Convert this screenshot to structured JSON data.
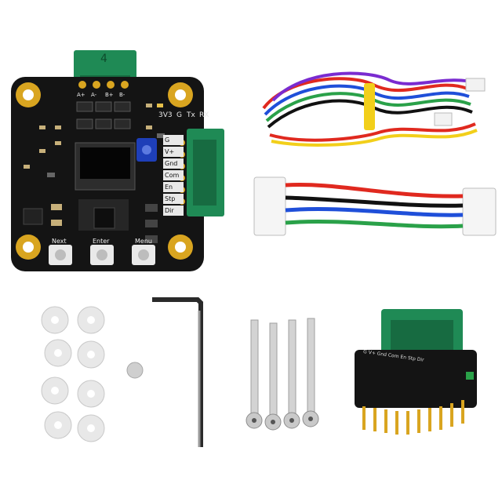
{
  "board": {
    "top_connector_number": "4",
    "header_labels": [
      "3V3",
      "G",
      "Tx",
      "RX"
    ],
    "pin_labels": [
      "G",
      "V+",
      "Gnd",
      "Com",
      "En",
      "Stp",
      "Dir"
    ],
    "buttons": [
      "Next",
      "Enter",
      "Menu"
    ],
    "connector_pins": [
      "A+",
      "A-",
      "B+",
      "B-"
    ]
  },
  "colors": {
    "pcb": "#141414",
    "gold": "#d9a520",
    "connector_green": "#1f8a55",
    "trimpot_blue": "#1e3fb8"
  },
  "driver_module": {
    "labels": [
      "G",
      "V+",
      "Gnd",
      "Com",
      "En",
      "Stp",
      "Dir"
    ]
  },
  "icons": [
    "washer-icon",
    "hex-key-icon",
    "screw-icon",
    "magnet-icon",
    "cable-icon"
  ]
}
